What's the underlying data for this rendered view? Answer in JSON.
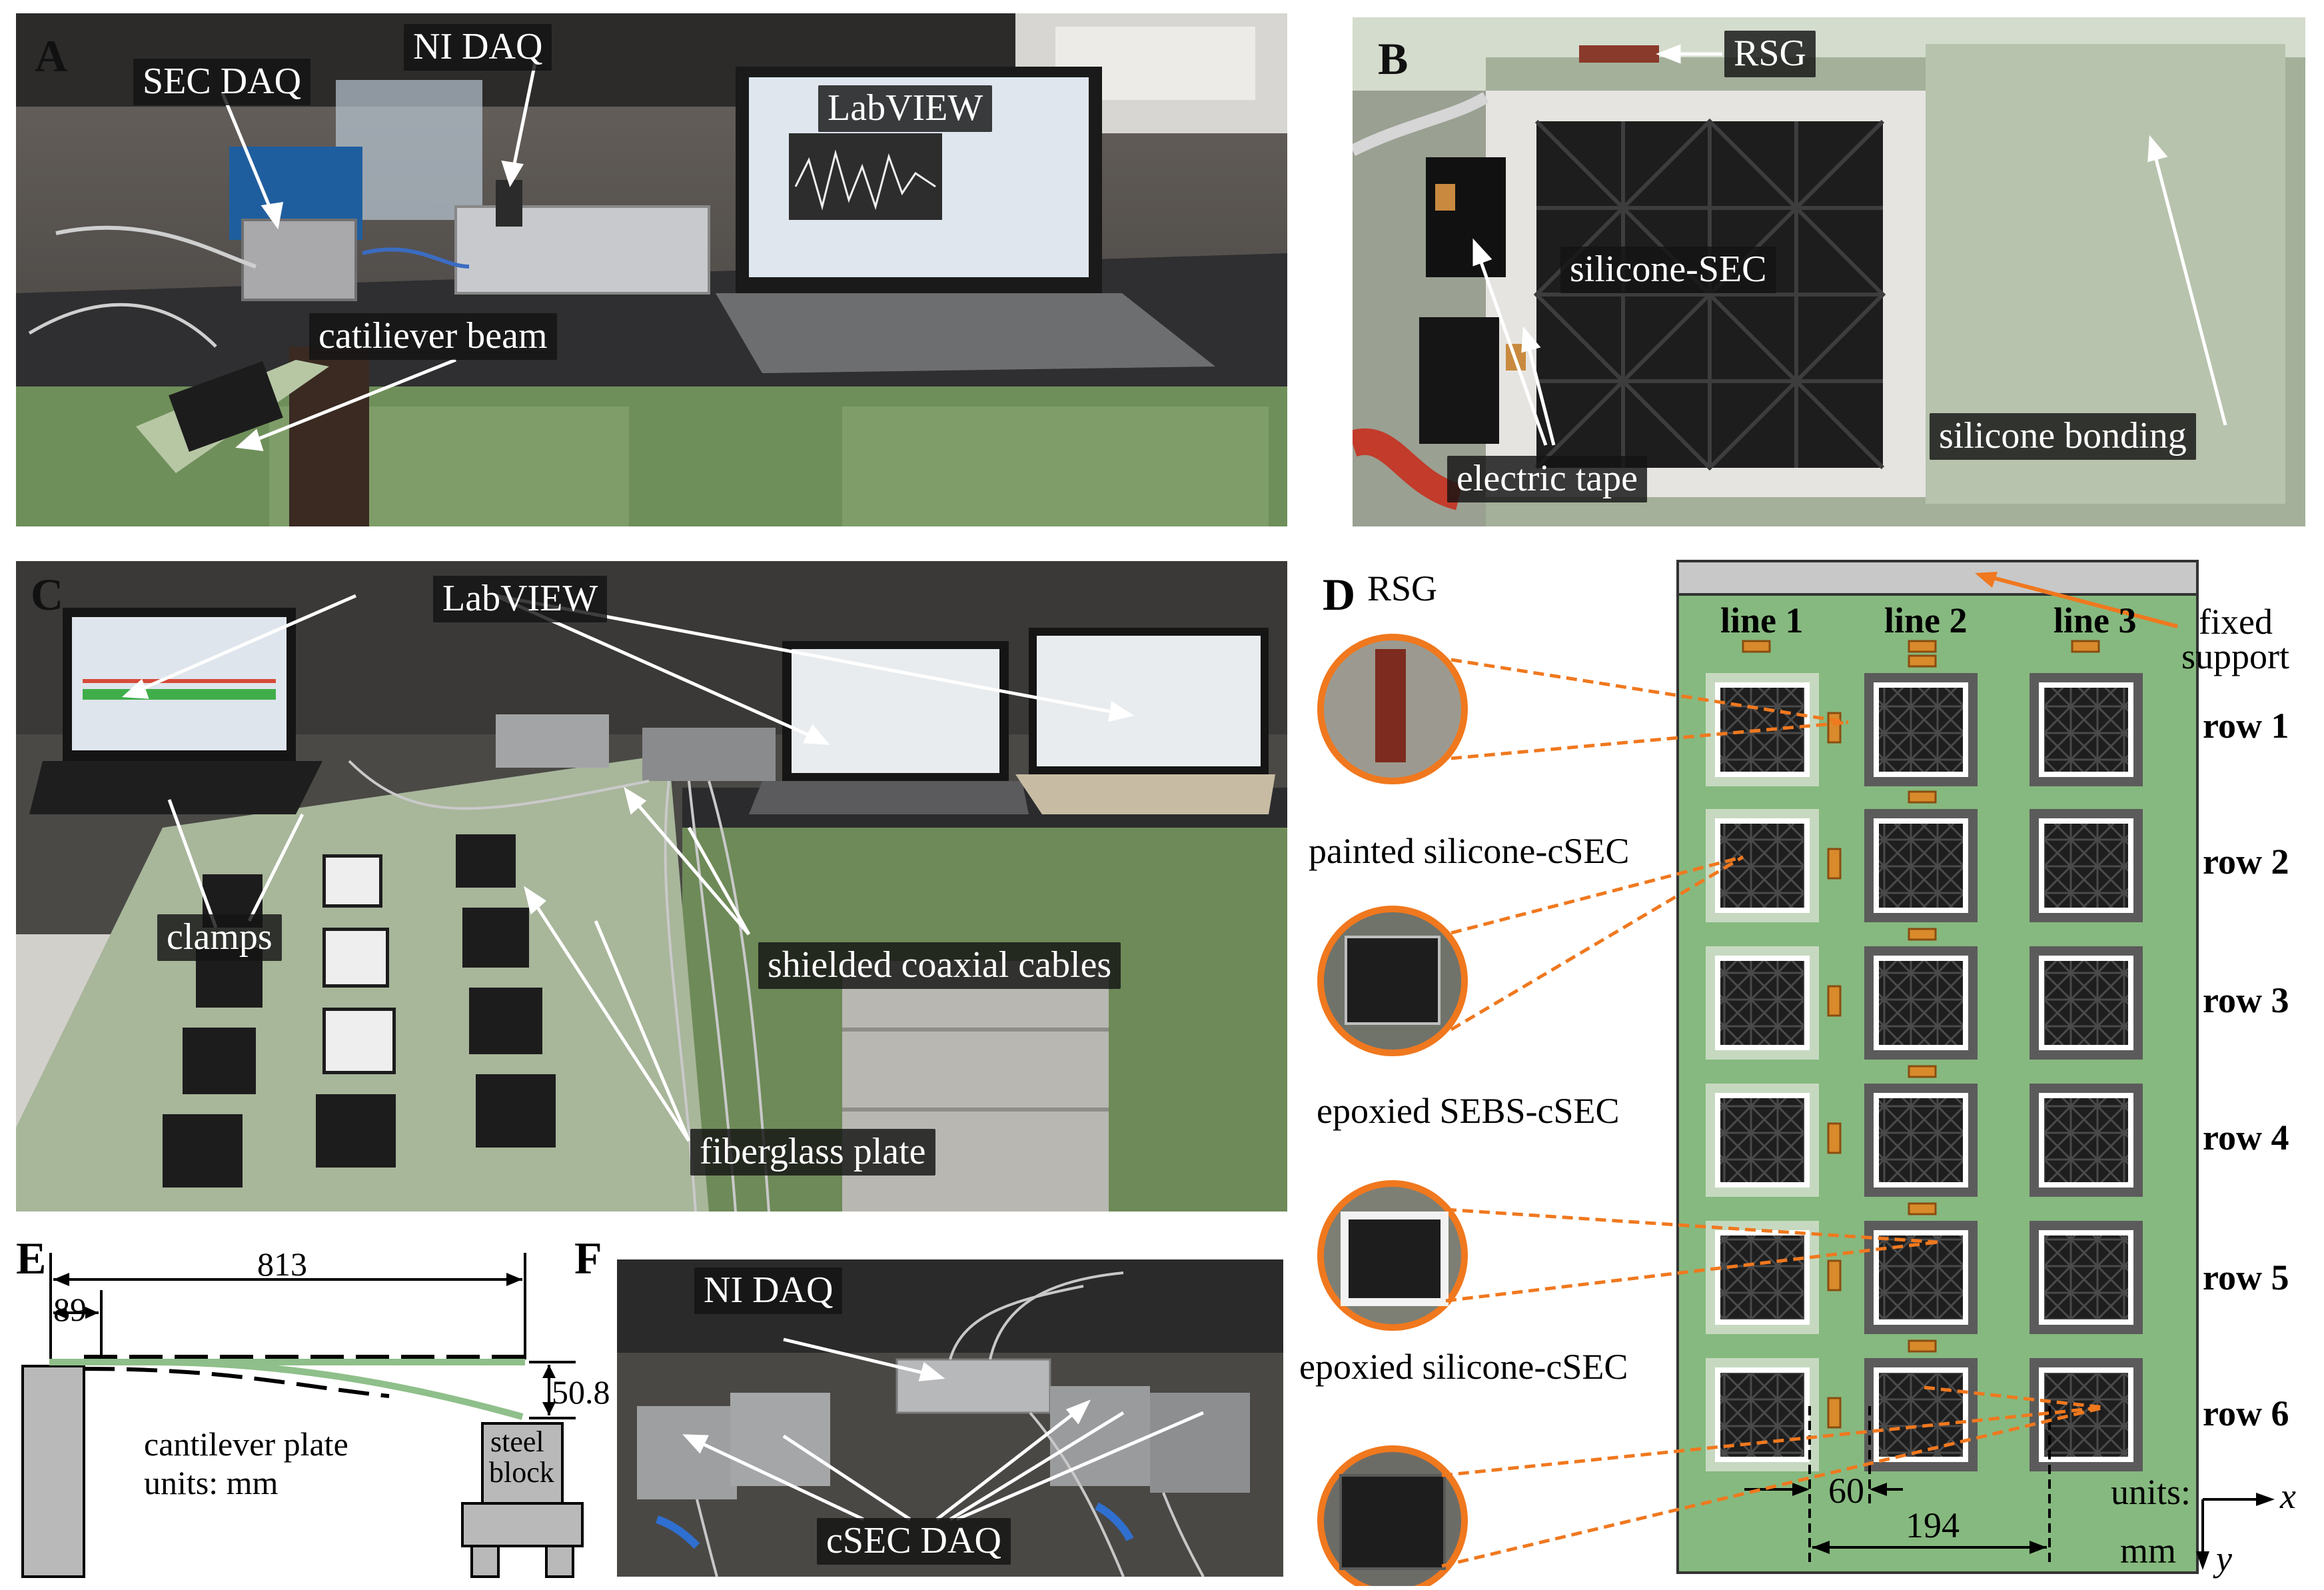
{
  "panels": {
    "A": {
      "label": "A",
      "tags": {
        "sec_daq": "SEC DAQ",
        "ni_daq": "NI DAQ",
        "labview": "LabVIEW",
        "beam": "catiliever beam"
      }
    },
    "B": {
      "label": "B",
      "tags": {
        "rsg": "RSG",
        "sec": "silicone-SEC",
        "bonding": "silicone bonding",
        "tape": "electric tape"
      }
    },
    "C": {
      "label": "C",
      "tags": {
        "labview": "LabVIEW",
        "clamps": "clamps",
        "cables": "shielded coaxial cables",
        "plate": "fiberglass plate"
      }
    },
    "D": {
      "label": "D",
      "inset_labels": [
        "RSG",
        "painted silicone-cSEC",
        "epoxied SEBS-cSEC",
        "epoxied silicone-cSEC"
      ],
      "lines": [
        "line 1",
        "line 2",
        "line 3"
      ],
      "rows": [
        "row 1",
        "row 2",
        "row 3",
        "row 4",
        "row 5",
        "row 6"
      ],
      "fixed_support": [
        "fixed",
        "support"
      ],
      "dim_60": "60",
      "dim_194": "194",
      "units": [
        "units:",
        "mm"
      ],
      "axis_x": "x",
      "axis_y": "y"
    },
    "E": {
      "label": "E",
      "dim_813": "813",
      "dim_89": "89",
      "dim_50_8": "50.8",
      "caption1": "cantilever plate",
      "caption2": "units: mm",
      "block1": "steel",
      "block2": "block"
    },
    "F": {
      "label": "F",
      "tags": {
        "ni_daq": "NI DAQ",
        "csec_daq": "cSEC DAQ"
      }
    }
  },
  "colors": {
    "plate_green": "#8fbf8a",
    "panel_d_green": "#86b97f",
    "arrow_orange": "#f0781e",
    "bench_green": "#6f8f5a",
    "sensor_black": "#1d1d1d"
  }
}
